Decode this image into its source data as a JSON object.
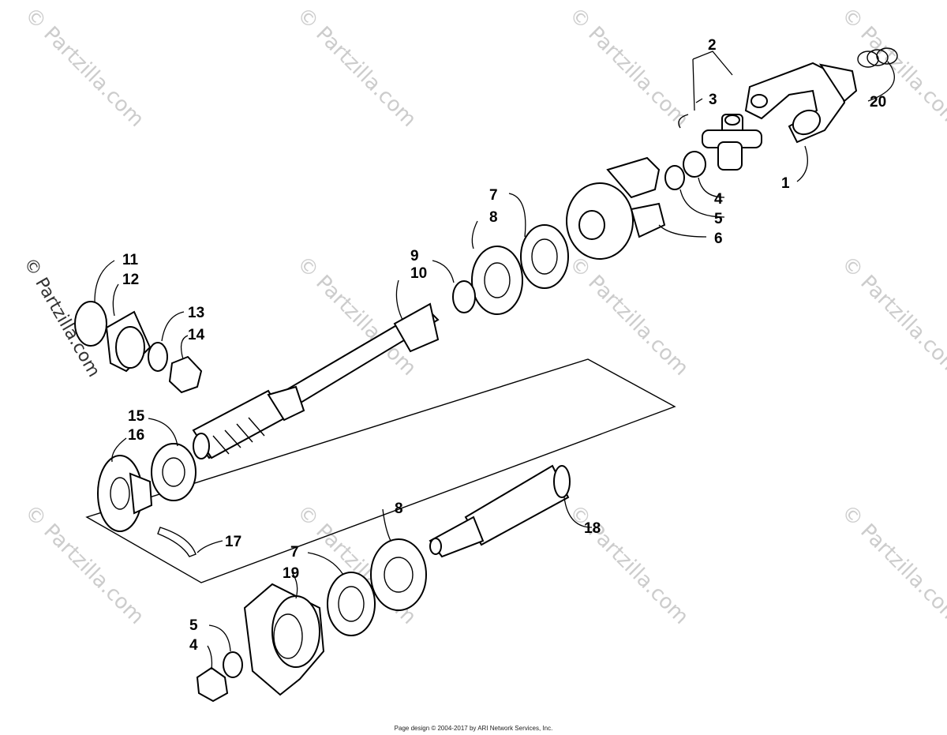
{
  "watermark": {
    "text": "© Partzilla.com",
    "color": "#cccccc"
  },
  "callouts": [
    "1",
    "2",
    "3",
    "4",
    "5",
    "6",
    "7",
    "8",
    "9",
    "10",
    "11",
    "12",
    "13",
    "14",
    "15",
    "16",
    "17",
    "18",
    "19",
    "20",
    "7",
    "8",
    "5",
    "4"
  ],
  "footer": {
    "text": "Page design © 2004-2017 by ARI Network Services, Inc."
  }
}
